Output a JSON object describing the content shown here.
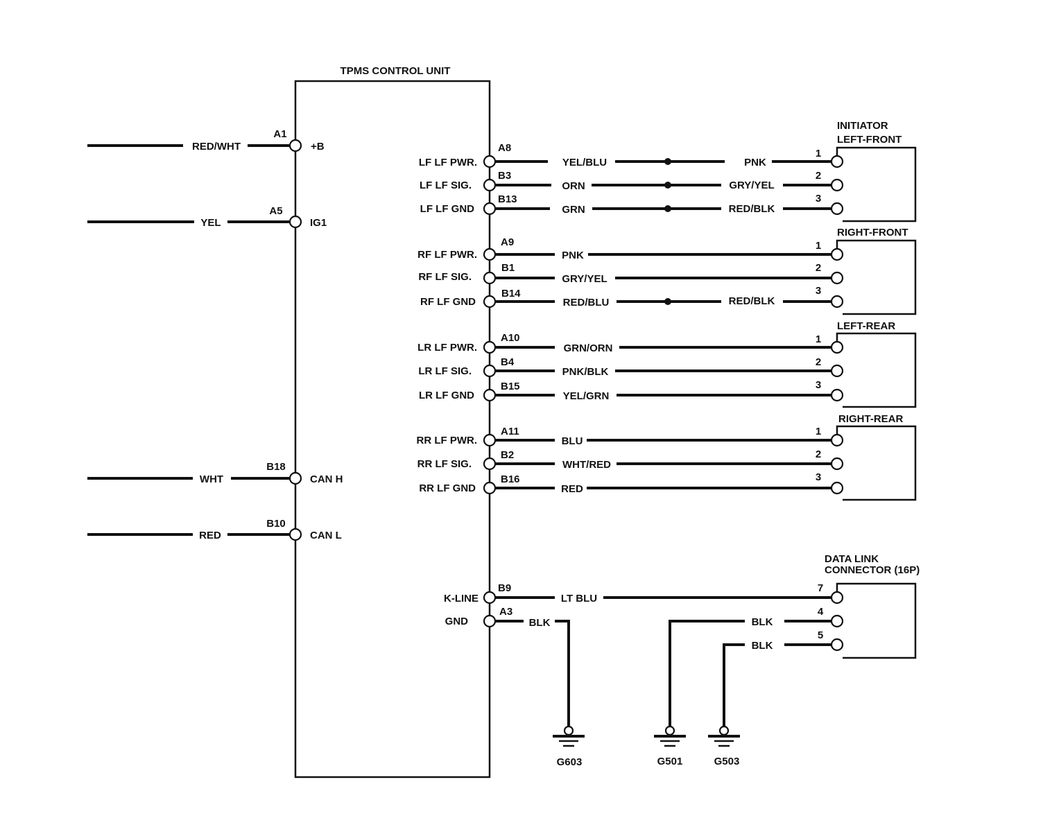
{
  "title": "TPMS CONTROL UNIT",
  "left_inputs": [
    {
      "pin": "A1",
      "func": "+B",
      "wire": "RED/WHT"
    },
    {
      "pin": "A5",
      "func": "IG1",
      "wire": "YEL"
    },
    {
      "pin": "B18",
      "func": "CAN H",
      "wire": "WHT"
    },
    {
      "pin": "B10",
      "func": "CAN L",
      "wire": "RED"
    }
  ],
  "initiators": [
    {
      "label_lines": [
        "INITIATOR",
        "LEFT-FRONT"
      ],
      "circuits": [
        {
          "func": "LF LF PWR.",
          "pin": "A8",
          "wire": "YEL/BLU",
          "splice_wire": "PNK",
          "term": "1"
        },
        {
          "func": "LF LF SIG.",
          "pin": "B3",
          "wire": "ORN",
          "splice_wire": "GRY/YEL",
          "term": "2"
        },
        {
          "func": "LF LF GND",
          "pin": "B13",
          "wire": "GRN",
          "splice_wire": "RED/BLK",
          "term": "3"
        }
      ]
    },
    {
      "label_lines": [
        "RIGHT-FRONT"
      ],
      "circuits": [
        {
          "func": "RF LF PWR.",
          "pin": "A9",
          "wire": "PNK",
          "splice_wire": null,
          "term": "1"
        },
        {
          "func": "RF LF SIG.",
          "pin": "B1",
          "wire": "GRY/YEL",
          "splice_wire": null,
          "term": "2"
        },
        {
          "func": "RF LF GND",
          "pin": "B14",
          "wire": "RED/BLU",
          "splice_wire": "RED/BLK",
          "term": "3"
        }
      ]
    },
    {
      "label_lines": [
        "LEFT-REAR"
      ],
      "circuits": [
        {
          "func": "LR LF PWR.",
          "pin": "A10",
          "wire": "GRN/ORN",
          "splice_wire": null,
          "term": "1"
        },
        {
          "func": "LR LF SIG.",
          "pin": "B4",
          "wire": "PNK/BLK",
          "splice_wire": null,
          "term": "2"
        },
        {
          "func": "LR LF GND",
          "pin": "B15",
          "wire": "YEL/GRN",
          "splice_wire": null,
          "term": "3"
        }
      ]
    },
    {
      "label_lines": [
        "RIGHT-REAR"
      ],
      "circuits": [
        {
          "func": "RR LF PWR.",
          "pin": "A11",
          "wire": "BLU",
          "splice_wire": null,
          "term": "1"
        },
        {
          "func": "RR LF SIG.",
          "pin": "B2",
          "wire": "WHT/RED",
          "splice_wire": null,
          "term": "2"
        },
        {
          "func": "RR LF GND",
          "pin": "B16",
          "wire": "RED",
          "splice_wire": null,
          "term": "3"
        }
      ]
    }
  ],
  "dlc": {
    "label_lines": [
      "DATA LINK",
      "CONNECTOR (16P)"
    ],
    "kline": {
      "func": "K-LINE",
      "pin": "B9",
      "wire": "LT BLU",
      "term": "7"
    },
    "gnd": {
      "func": "GND",
      "pin": "A3",
      "wire": "BLK",
      "ground": "G603"
    },
    "pin4": {
      "term": "4",
      "wire": "BLK",
      "ground": "G501"
    },
    "pin5": {
      "term": "5",
      "wire": "BLK",
      "ground": "G503"
    }
  }
}
